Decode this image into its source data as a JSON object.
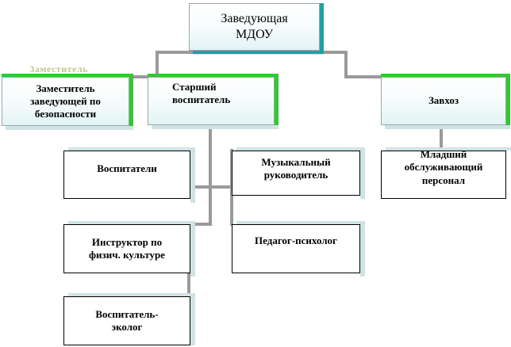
{
  "colors": {
    "connector": "#9a9a9a",
    "accent_green": "#32c832",
    "accent_teal": "#1aa3a3",
    "box_shadow": "#cfe3e6"
  },
  "nodes": {
    "head": "Заведующая\nМДОУ",
    "deputy_ghost": "Заместитель",
    "deputy": "Заместитель\nзаведующей по\nбезопасности",
    "senior_teacher": "Старший\nвоспитатель",
    "supply_manager": "Завхоз",
    "teachers": "Воспитатели",
    "music_director": "Музыкальный\nруководитель",
    "junior_staff": "Младший\nобслуживающий\nперсонал",
    "pe_instructor": "Инструктор по\nфизич. культуре",
    "psychologist": "Педагог-психолог",
    "eco_teacher": "Воспитатель-\nэколог"
  }
}
